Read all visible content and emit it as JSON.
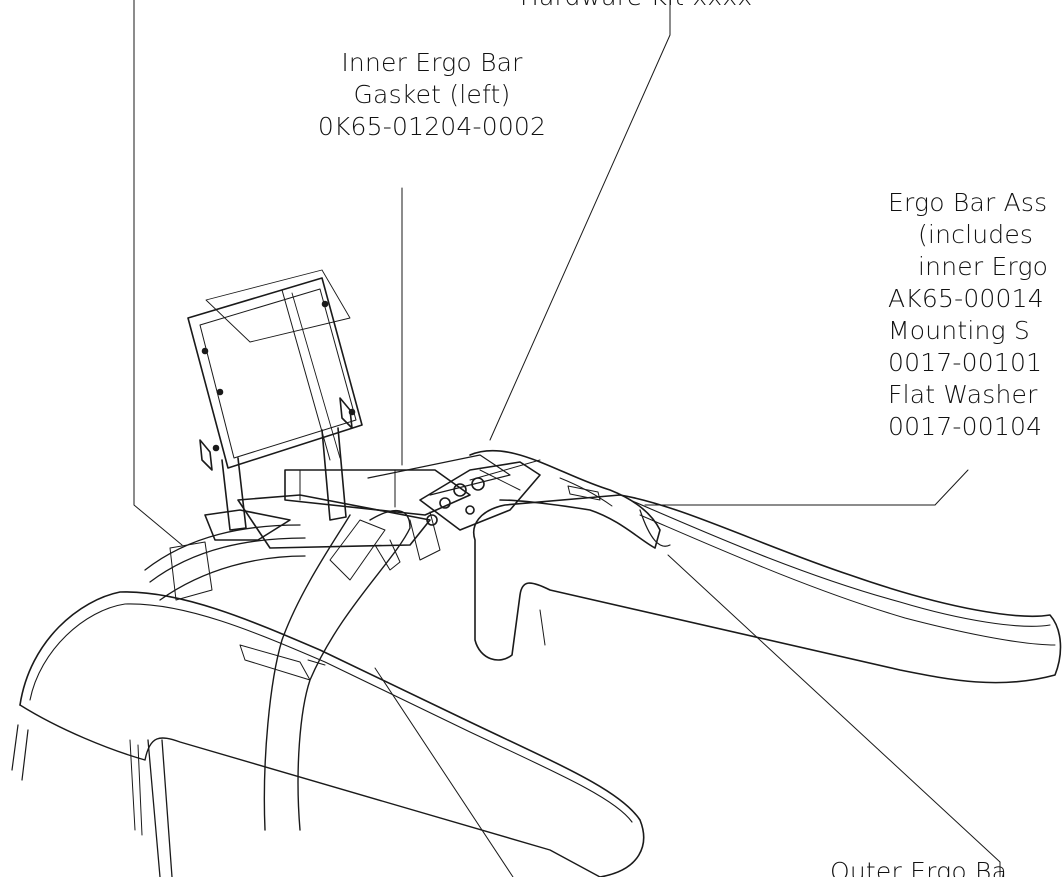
{
  "diagram": {
    "labels": {
      "top_center_partial": "Hardware Kit xxxx",
      "inner_gasket_left": {
        "line1": "Inner Ergo Bar",
        "line2": "Gasket (left)",
        "part_number": "0K65-01204-0002"
      },
      "ergo_bar_assembly": {
        "line1": "Ergo Bar Ass",
        "line2": "(includes",
        "line3": "inner Ergo",
        "part_number": "AK65-00014",
        "line5": "Mounting S",
        "line6": "0017-00101",
        "line7": "Flat Washer",
        "line8": "0017-00104"
      },
      "outer_ergo_bar_partial": "Outer Ergo Ba"
    },
    "colors": {
      "line": "#1a1a1a",
      "background": "#ffffff"
    }
  }
}
